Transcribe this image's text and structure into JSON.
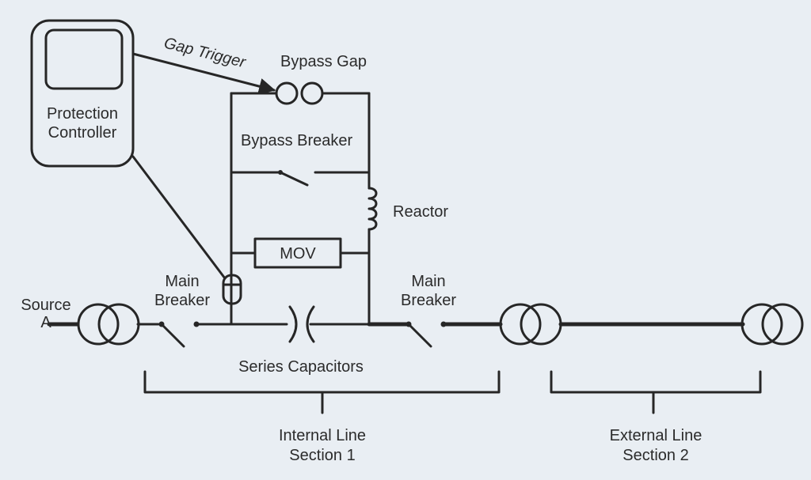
{
  "colors": {
    "background": "#e9eef3",
    "line": "#262626",
    "text": "#2b2b2b"
  },
  "labels": {
    "protection_controller_1": "Protection",
    "protection_controller_2": "Controller",
    "gap_trigger": "Gap Trigger",
    "bypass_gap": "Bypass Gap",
    "bypass_breaker": "Bypass Breaker",
    "reactor": "Reactor",
    "mov": "MOV",
    "source_1": "Source",
    "source_2": "A",
    "main_breaker_left_1": "Main",
    "main_breaker_left_2": "Breaker",
    "main_breaker_right_1": "Main",
    "main_breaker_right_2": "Breaker",
    "series_capacitors": "Series Capacitors",
    "internal_section_1": "Internal Line",
    "internal_section_2": "Section 1",
    "external_section_1": "External Line",
    "external_section_2": "Section 2"
  }
}
